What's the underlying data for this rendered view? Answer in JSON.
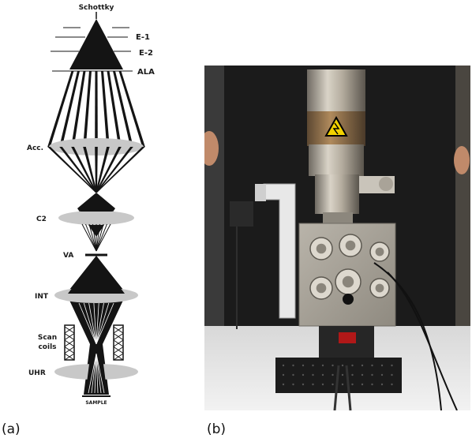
{
  "panels": {
    "a": "(a)",
    "b": "(b)"
  },
  "diagram": {
    "source_label": "Schottky",
    "labels": {
      "e1": "E-1",
      "e2": "E-2",
      "ala": "ALA",
      "acc": "Acc.",
      "c2": "C2",
      "va": "VA",
      "int": "INT",
      "scan_line1": "Scan",
      "scan_line2": "coils",
      "uhr": "UHR",
      "sample": "SAMPLE"
    }
  },
  "colors": {
    "beam": "#141414",
    "lens": "#c8c8c8",
    "electrode": "#8a8a8a",
    "backdrop": "#1b1b1b",
    "column_metal": "#b7b1a6",
    "warning_label": "#f2d200"
  },
  "photo": {
    "warning_icon": "high-voltage-icon"
  }
}
